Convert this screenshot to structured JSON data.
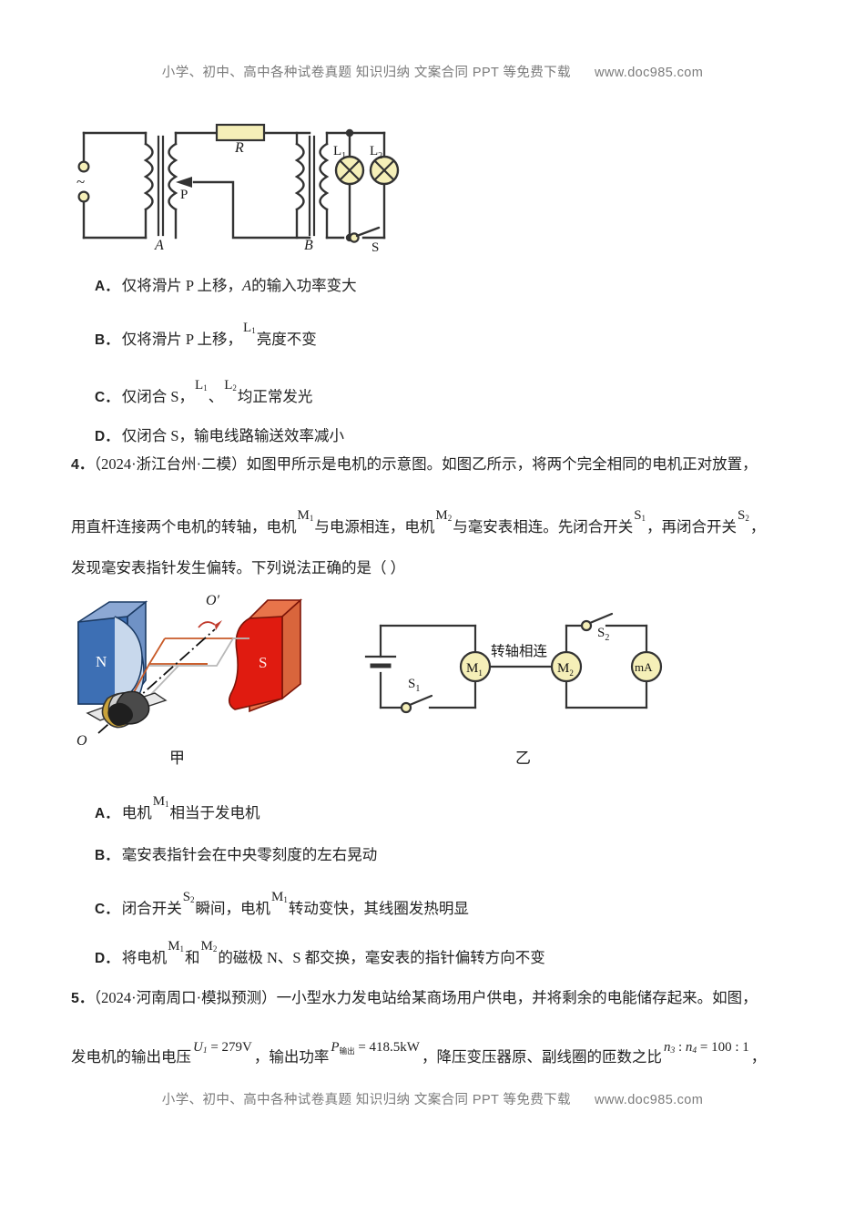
{
  "watermark": {
    "text": "小学、初中、高中各种试卷真题  知识归纳  文案合同  PPT 等免费下载",
    "url": "www.doc985.com"
  },
  "figure_top": {
    "name": "transformer-circuit",
    "labels": {
      "ac_source": "~",
      "transformer_a": "A",
      "transformer_b": "B",
      "resistor": "R",
      "slider": "P",
      "lamp1": "L",
      "lamp1_sub": "1",
      "lamp2": "L",
      "lamp2_sub": "2",
      "switch": "S"
    }
  },
  "q3_options": [
    {
      "label": "A．",
      "pre": "仅将滑片 P 上移，",
      "mi": "A",
      "post": "的输入功率变大"
    },
    {
      "label": "B．",
      "pre": "仅将滑片 P 上移，",
      "sup": "L",
      "sup_sub": "1",
      "post": "亮度不变"
    },
    {
      "label": "C．",
      "pre": "仅闭合 S，",
      "sup": "L",
      "sup_sub": "1",
      "mid": "、",
      "sup2": "L",
      "sup2_sub": "2",
      "post": "均正常发光"
    },
    {
      "label": "D．",
      "pre": "仅闭合 S，输电线路输送效率减小"
    }
  ],
  "q4": {
    "number": "4．",
    "line1": "（2024·浙江台州·二模）如图甲所示是电机的示意图。如图乙所示，将两个完全相同的电机正对放置，",
    "line2_a": "用直杆连接两个电机的转轴，电机",
    "line2_m1": "M",
    "line2_m1_sub": "1",
    "line2_b": "与电源相连，电机",
    "line2_m2": "M",
    "line2_m2_sub": "2",
    "line2_c": "与毫安表相连。先闭合开关",
    "line2_s1": "S",
    "line2_s1_sub": "1",
    "line2_d": "，再闭合开关",
    "line2_s2": "S",
    "line2_s2_sub": "2",
    "line2_e": "，",
    "line3": "发现毫安表指针发生偏转。下列说法正确的是（      ）"
  },
  "figure_motor": {
    "name": "motor-schematic",
    "pole_n": "N",
    "pole_s": "S",
    "axis_top": "O′",
    "axis_bottom": "O",
    "caption": "甲",
    "colors": {
      "n_front": "#3d6fb4",
      "n_top": "#8ca8d4",
      "n_face": "#c8d8ec",
      "s_front": "#e01b10",
      "s_side": "#e8744a",
      "coil_orange": "#c85a28",
      "coil_gray": "#b8b8b8"
    }
  },
  "figure_circuit2": {
    "name": "motor-generator-circuit",
    "switch1": "S",
    "switch1_sub": "1",
    "switch2": "S",
    "switch2_sub": "2",
    "motor1": "M",
    "motor1_sub": "1",
    "motor2": "M",
    "motor2_sub": "2",
    "meter": "mA",
    "shaft_label": "转轴相连",
    "caption": "乙"
  },
  "q4_options": [
    {
      "label": "A．",
      "pre": "电机",
      "sup": "M",
      "sup_sub": "1",
      "post": "相当于发电机"
    },
    {
      "label": "B．",
      "pre": "毫安表指针会在中央零刻度的左右晃动"
    },
    {
      "label": "C．",
      "pre": "闭合开关",
      "sup": "S",
      "sup_sub": "2",
      "mid": "瞬间，电机",
      "sup2": "M",
      "sup2_sub": "1",
      "post": "转动变快，其线圈发热明显"
    },
    {
      "label": "D．",
      "pre": "将电机",
      "sup": "M",
      "sup_sub": "1",
      "mid": "和",
      "sup2": "M",
      "sup2_sub": "2",
      "post": "的磁极 N、S 都交换，毫安表的指针偏转方向不变"
    }
  ],
  "q5": {
    "number": "5．",
    "line1": "（2024·河南周口·模拟预测）一小型水力发电站给某商场用户供电，并将剩余的电能储存起来。如图，",
    "line2_a": "发电机的输出电压",
    "eq_u": "U",
    "eq_u_sub": "1",
    "eq_u_val": " = 279V",
    "line2_b": "，输出功率",
    "eq_p": "P",
    "eq_p_sub": "输出",
    "eq_p_val": " = 418.5kW",
    "line2_c": "，降压变压器原、副线圈的匝数之比",
    "eq_n": "n",
    "eq_n_sub3": "3",
    "eq_n_mid": " : ",
    "eq_n_b": "n",
    "eq_n_sub4": "4",
    "eq_n_val": " = 100 : 1",
    "line2_d": "，"
  }
}
